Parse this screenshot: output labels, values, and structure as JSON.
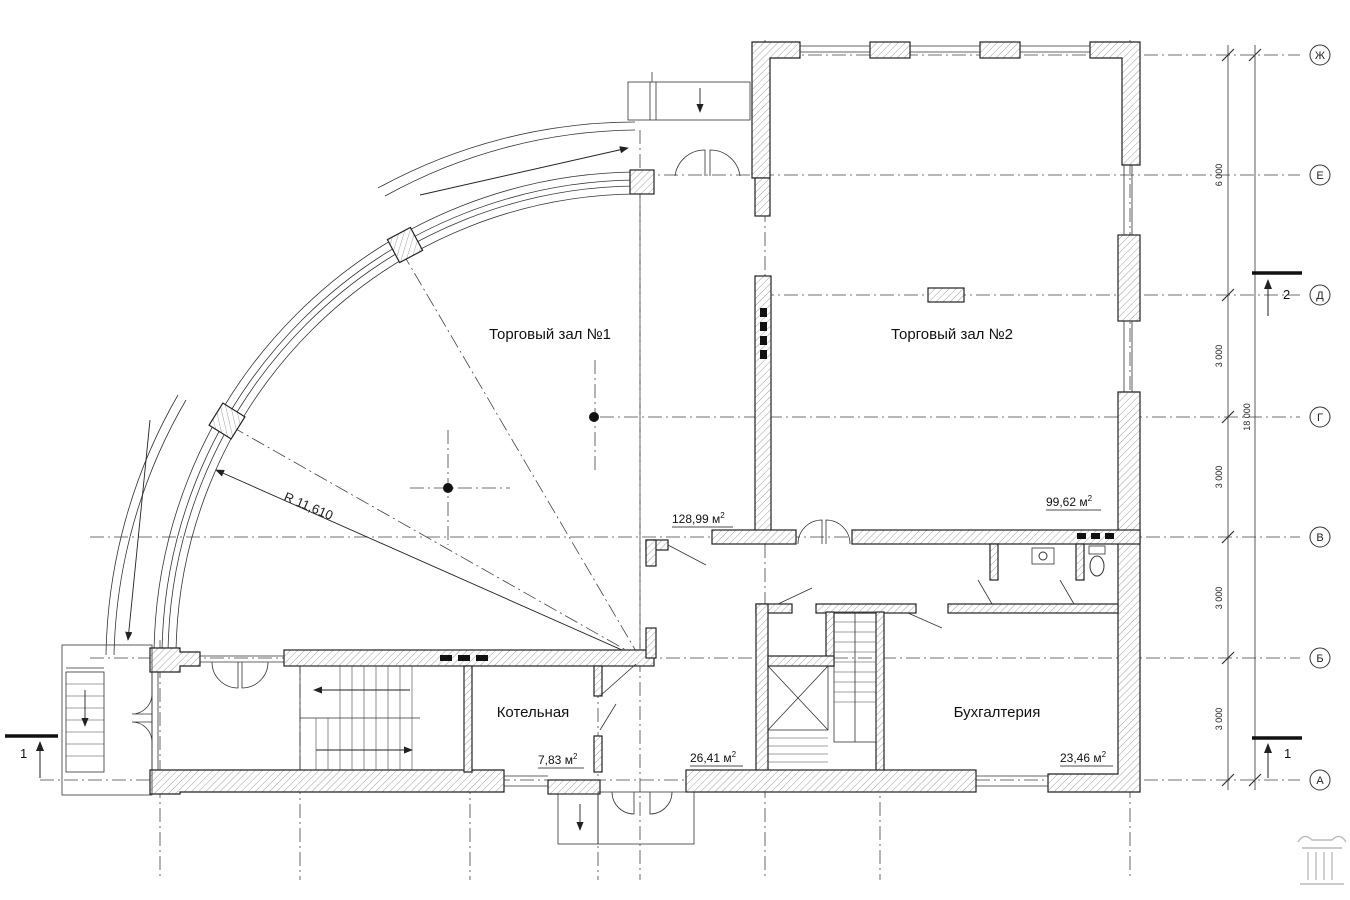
{
  "rooms": {
    "hall1": "Торговый зал №1",
    "hall2": "Торговый зал №2",
    "boiler": "Котельная",
    "accounting": "Бухгалтерия"
  },
  "areas": {
    "hall1": "128,99 м",
    "hall2": "99,62 м",
    "boiler": "7,83 м",
    "corridor": "26,41 м",
    "accounting": "23,46 м",
    "unit_power": "2"
  },
  "radius_label": "R 11,610",
  "axes": {
    "zh": "Ж",
    "e": "Е",
    "d": "Д",
    "g": "Г",
    "v": "В",
    "b": "Б",
    "a": "А"
  },
  "dimensions": {
    "d1": "6 000",
    "d2": "3 000",
    "d3": "3 000",
    "d4": "3 000",
    "d5": "3 000",
    "total": "18 000"
  },
  "section_marks": {
    "left": "1",
    "right_bottom": "1",
    "right_top": "2"
  },
  "logo": "architect-column-logo"
}
